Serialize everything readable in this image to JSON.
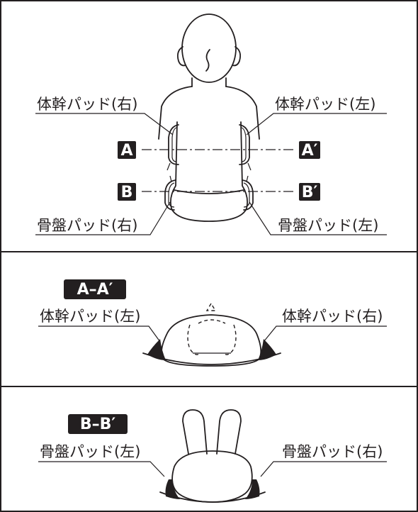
{
  "panel_top": {
    "label_trunk_right": "体幹パッド(右)",
    "label_trunk_left": "体幹パッド(左)",
    "label_pelvis_right": "骨盤パッド(右)",
    "label_pelvis_left": "骨盤パッド(左)",
    "marker_a": "A",
    "marker_a_prime": "A′",
    "marker_b": "B",
    "marker_b_prime": "B′"
  },
  "panel_aa": {
    "title": "A–A′",
    "label_left": "体幹パッド(左)",
    "label_right": "体幹パッド(右)"
  },
  "panel_bb": {
    "title": "B–B′",
    "label_left": "骨盤パッド(左)",
    "label_right": "骨盤パッド(右)"
  },
  "colors": {
    "ink": "#231f20",
    "background": "#ffffff"
  }
}
